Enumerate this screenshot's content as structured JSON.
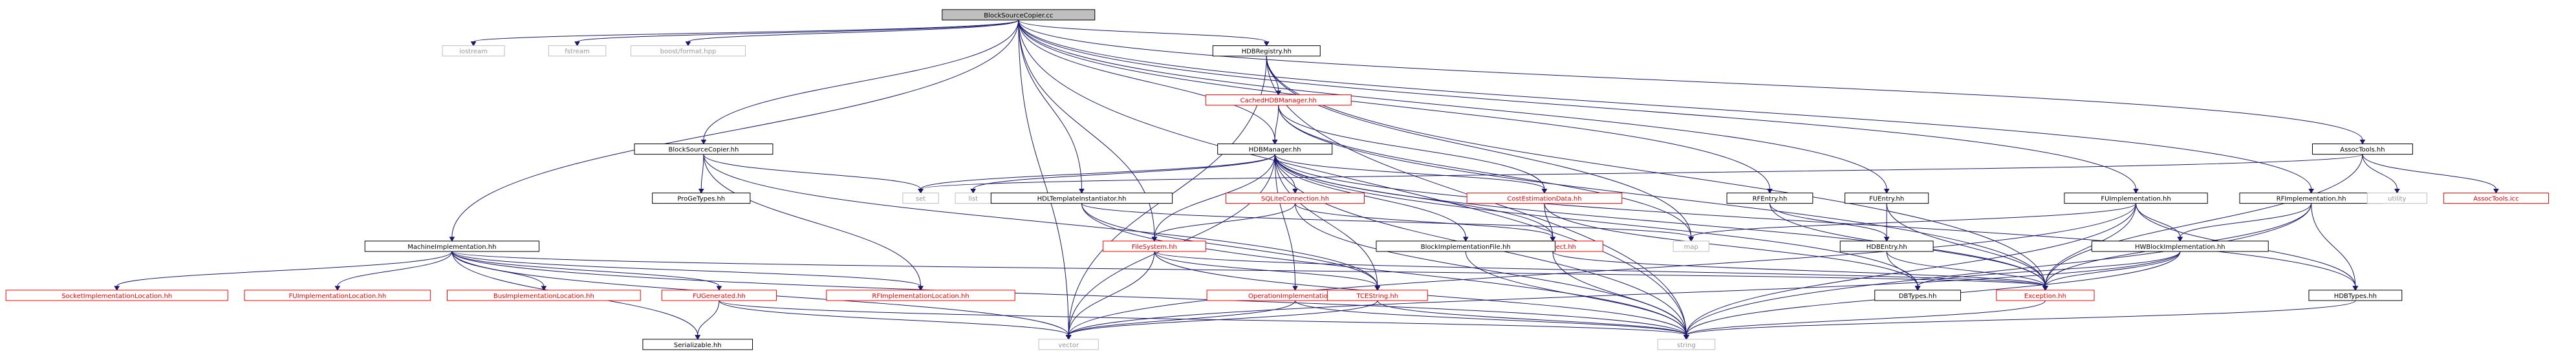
{
  "graph": {
    "root": "BlockSourceCopier.cc",
    "colors": {
      "edge": "#191970",
      "root_fill": "#bfbfbf",
      "node_border": "#000000",
      "external_border": "#bfbfbf",
      "external_text": "#999999",
      "truncated_border": "#ff0000",
      "truncated_text": "#ff0000",
      "text": "#000000"
    },
    "nodes": [
      {
        "id": "n_root",
        "label": "BlockSourceCopier.cc",
        "kind": "root"
      },
      {
        "id": "n_iostream",
        "label": "iostream",
        "kind": "external"
      },
      {
        "id": "n_fstream",
        "label": "fstream",
        "kind": "external"
      },
      {
        "id": "n_boostfmt",
        "label": "boost/format.hpp",
        "kind": "external"
      },
      {
        "id": "n_hdbreg",
        "label": "HDBRegistry.hh",
        "kind": "normal"
      },
      {
        "id": "n_cached",
        "label": "CachedHDBManager.hh",
        "kind": "truncated"
      },
      {
        "id": "n_hdbmgr",
        "label": "HDBManager.hh",
        "kind": "normal"
      },
      {
        "id": "n_bsc",
        "label": "BlockSourceCopier.hh",
        "kind": "normal"
      },
      {
        "id": "n_progetypes",
        "label": "ProGeTypes.hh",
        "kind": "normal"
      },
      {
        "id": "n_set",
        "label": "set",
        "kind": "external"
      },
      {
        "id": "n_list",
        "label": "list",
        "kind": "external"
      },
      {
        "id": "n_hdltempl",
        "label": "HDLTemplateInstantiator.hh",
        "kind": "normal"
      },
      {
        "id": "n_costest",
        "label": "CostEstimationData.hh",
        "kind": "truncated"
      },
      {
        "id": "n_sqlite",
        "label": "SQLiteConnection.hh",
        "kind": "truncated"
      },
      {
        "id": "n_map",
        "label": "map",
        "kind": "external"
      },
      {
        "id": "n_dataobj",
        "label": "DataObject.hh",
        "kind": "truncated"
      },
      {
        "id": "n_filesys",
        "label": "FileSystem.hh",
        "kind": "truncated"
      },
      {
        "id": "n_blockimpl",
        "label": "BlockImplementationFile.hh",
        "kind": "normal"
      },
      {
        "id": "n_opimpl",
        "label": "OperationImplementation.hh",
        "kind": "truncated"
      },
      {
        "id": "n_tcestring",
        "label": "TCEString.hh",
        "kind": "truncated"
      },
      {
        "id": "n_machimpl",
        "label": "MachineImplementation.hh",
        "kind": "normal"
      },
      {
        "id": "n_socketloc",
        "label": "SocketImplementationLocation.hh",
        "kind": "truncated"
      },
      {
        "id": "n_fuloc",
        "label": "FUImplementationLocation.hh",
        "kind": "truncated"
      },
      {
        "id": "n_busloc",
        "label": "BusImplementationLocation.hh",
        "kind": "truncated"
      },
      {
        "id": "n_fugen",
        "label": "FUGenerated.hh",
        "kind": "truncated"
      },
      {
        "id": "n_rfloc",
        "label": "RFImplementationLocation.hh",
        "kind": "truncated"
      },
      {
        "id": "n_serial",
        "label": "Serializable.hh",
        "kind": "normal"
      },
      {
        "id": "n_vector",
        "label": "vector",
        "kind": "external"
      },
      {
        "id": "n_string",
        "label": "string",
        "kind": "external"
      },
      {
        "id": "n_rfentry",
        "label": "RFEntry.hh",
        "kind": "normal"
      },
      {
        "id": "n_fuentry",
        "label": "FUEntry.hh",
        "kind": "normal"
      },
      {
        "id": "n_hdbentry",
        "label": "HDBEntry.hh",
        "kind": "normal"
      },
      {
        "id": "n_fuimpl",
        "label": "FUImplementation.hh",
        "kind": "normal"
      },
      {
        "id": "n_hwblock",
        "label": "HWBlockImplementation.hh",
        "kind": "normal"
      },
      {
        "id": "n_dbtypes",
        "label": "DBTypes.hh",
        "kind": "normal"
      },
      {
        "id": "n_exception",
        "label": "Exception.hh",
        "kind": "truncated"
      },
      {
        "id": "n_hdbtypes",
        "label": "HDBTypes.hh",
        "kind": "normal"
      },
      {
        "id": "n_rfimpl",
        "label": "RFImplementation.hh",
        "kind": "normal"
      },
      {
        "id": "n_assoc",
        "label": "AssocTools.hh",
        "kind": "normal"
      },
      {
        "id": "n_utility",
        "label": "utility",
        "kind": "external"
      },
      {
        "id": "n_associcc",
        "label": "AssocTools.icc",
        "kind": "truncated"
      }
    ],
    "edges": [
      [
        "n_root",
        "n_iostream"
      ],
      [
        "n_root",
        "n_fstream"
      ],
      [
        "n_root",
        "n_boostfmt"
      ],
      [
        "n_root",
        "n_hdbreg"
      ],
      [
        "n_root",
        "n_bsc"
      ],
      [
        "n_root",
        "n_hdbmgr"
      ],
      [
        "n_root",
        "n_hdltempl"
      ],
      [
        "n_root",
        "n_filesys"
      ],
      [
        "n_root",
        "n_machimpl"
      ],
      [
        "n_root",
        "n_rfentry"
      ],
      [
        "n_root",
        "n_fuentry"
      ],
      [
        "n_root",
        "n_fuimpl"
      ],
      [
        "n_root",
        "n_rfimpl"
      ],
      [
        "n_root",
        "n_assoc"
      ],
      [
        "n_root",
        "n_vector"
      ],
      [
        "n_root",
        "n_string"
      ],
      [
        "n_hdbreg",
        "n_cached"
      ],
      [
        "n_hdbreg",
        "n_map"
      ],
      [
        "n_hdbreg",
        "n_string"
      ],
      [
        "n_hdbreg",
        "n_exception"
      ],
      [
        "n_hdbreg",
        "n_vector"
      ],
      [
        "n_cached",
        "n_hdbmgr"
      ],
      [
        "n_cached",
        "n_costest"
      ],
      [
        "n_cached",
        "n_map"
      ],
      [
        "n_cached",
        "n_exception"
      ],
      [
        "n_hdbmgr",
        "n_set"
      ],
      [
        "n_hdbmgr",
        "n_list"
      ],
      [
        "n_hdbmgr",
        "n_sqlite"
      ],
      [
        "n_hdbmgr",
        "n_costest"
      ],
      [
        "n_hdbmgr",
        "n_filesys"
      ],
      [
        "n_hdbmgr",
        "n_blockimpl"
      ],
      [
        "n_hdbmgr",
        "n_opimpl"
      ],
      [
        "n_hdbmgr",
        "n_dbtypes"
      ],
      [
        "n_hdbmgr",
        "n_exception"
      ],
      [
        "n_hdbmgr",
        "n_hdbtypes"
      ],
      [
        "n_hdbmgr",
        "n_string"
      ],
      [
        "n_hdbmgr",
        "n_vector"
      ],
      [
        "n_hdbmgr",
        "n_tcestring"
      ],
      [
        "n_hdbmgr",
        "n_dataobj"
      ],
      [
        "n_bsc",
        "n_progetypes"
      ],
      [
        "n_bsc",
        "n_set"
      ],
      [
        "n_bsc",
        "n_tcestring"
      ],
      [
        "n_bsc",
        "n_rfloc"
      ],
      [
        "n_hdltempl",
        "n_map"
      ],
      [
        "n_hdltempl",
        "n_string"
      ],
      [
        "n_hdltempl",
        "n_tcestring"
      ],
      [
        "n_costest",
        "n_dataobj"
      ],
      [
        "n_costest",
        "n_dbtypes"
      ],
      [
        "n_dataobj",
        "n_string"
      ],
      [
        "n_dataobj",
        "n_exception"
      ],
      [
        "n_sqlite",
        "n_filesys"
      ],
      [
        "n_sqlite",
        "n_dataobj"
      ],
      [
        "n_sqlite",
        "n_string"
      ],
      [
        "n_filesys",
        "n_vector"
      ],
      [
        "n_filesys",
        "n_tcestring"
      ],
      [
        "n_filesys",
        "n_exception"
      ],
      [
        "n_filesys",
        "n_string"
      ],
      [
        "n_blockimpl",
        "n_string"
      ],
      [
        "n_opimpl",
        "n_vector"
      ],
      [
        "n_opimpl",
        "n_string"
      ],
      [
        "n_tcestring",
        "n_string"
      ],
      [
        "n_tcestring",
        "n_vector"
      ],
      [
        "n_machimpl",
        "n_socketloc"
      ],
      [
        "n_machimpl",
        "n_fuloc"
      ],
      [
        "n_machimpl",
        "n_busloc"
      ],
      [
        "n_machimpl",
        "n_fugen"
      ],
      [
        "n_machimpl",
        "n_rfloc"
      ],
      [
        "n_machimpl",
        "n_serial"
      ],
      [
        "n_machimpl",
        "n_vector"
      ],
      [
        "n_machimpl",
        "n_string"
      ],
      [
        "n_machimpl",
        "n_exception"
      ],
      [
        "n_fugen",
        "n_serial"
      ],
      [
        "n_fugen",
        "n_vector"
      ],
      [
        "n_fugen",
        "n_string"
      ],
      [
        "n_rfentry",
        "n_hdbentry"
      ],
      [
        "n_rfentry",
        "n_exception"
      ],
      [
        "n_fuentry",
        "n_hdbentry"
      ],
      [
        "n_fuentry",
        "n_exception"
      ],
      [
        "n_hdbentry",
        "n_dbtypes"
      ],
      [
        "n_hdbentry",
        "n_exception"
      ],
      [
        "n_fuimpl",
        "n_hwblock"
      ],
      [
        "n_fuimpl",
        "n_hdbtypes"
      ],
      [
        "n_fuimpl",
        "n_exception"
      ],
      [
        "n_fuimpl",
        "n_map"
      ],
      [
        "n_fuimpl",
        "n_vector"
      ],
      [
        "n_fuimpl",
        "n_string"
      ],
      [
        "n_hwblock",
        "n_exception"
      ],
      [
        "n_hwblock",
        "n_dbtypes"
      ],
      [
        "n_hwblock",
        "n_vector"
      ],
      [
        "n_hwblock",
        "n_string"
      ],
      [
        "n_rfimpl",
        "n_hwblock"
      ],
      [
        "n_rfimpl",
        "n_hdbtypes"
      ],
      [
        "n_rfimpl",
        "n_exception"
      ],
      [
        "n_rfimpl",
        "n_string"
      ],
      [
        "n_hdbtypes",
        "n_string"
      ],
      [
        "n_exception",
        "n_string"
      ],
      [
        "n_assoc",
        "n_set"
      ],
      [
        "n_assoc",
        "n_utility"
      ],
      [
        "n_assoc",
        "n_associcc"
      ],
      [
        "n_assoc",
        "n_exception"
      ]
    ]
  }
}
